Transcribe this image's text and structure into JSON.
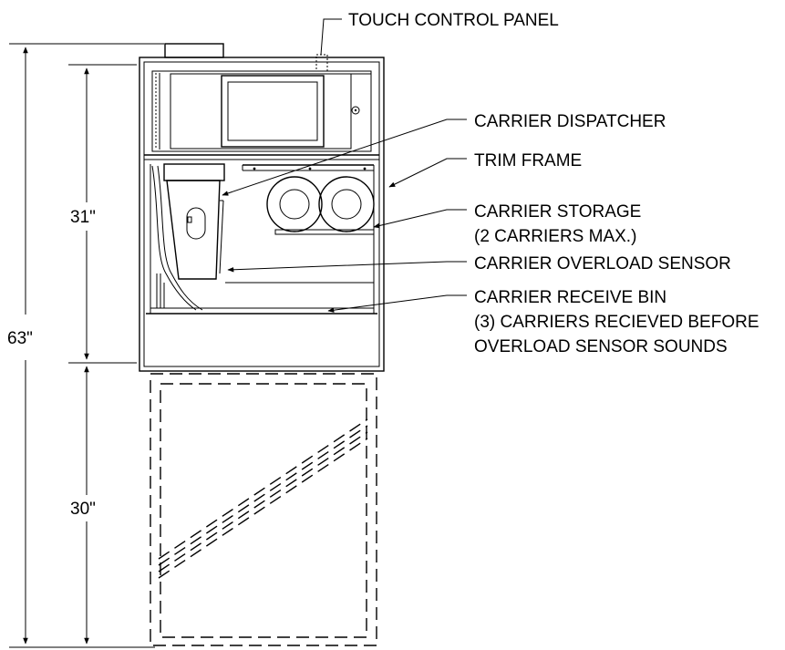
{
  "callouts": {
    "touch_control_panel": "TOUCH CONTROL PANEL",
    "carrier_dispatcher": "CARRIER DISPATCHER",
    "trim_frame": "TRIM FRAME",
    "carrier_storage_line1": "CARRIER STORAGE",
    "carrier_storage_line2": "(2 CARRIERS MAX.)",
    "carrier_overload_sensor": "CARRIER OVERLOAD SENSOR",
    "carrier_receive_bin_line1": "CARRIER RECEIVE BIN",
    "carrier_receive_bin_line2": "(3) CARRIERS RECIEVED BEFORE",
    "carrier_receive_bin_line3": "OVERLOAD SENSOR SOUNDS"
  },
  "dimensions": {
    "overall_height": "63\"",
    "cabinet_height": "31\"",
    "stand_height": "30\""
  }
}
